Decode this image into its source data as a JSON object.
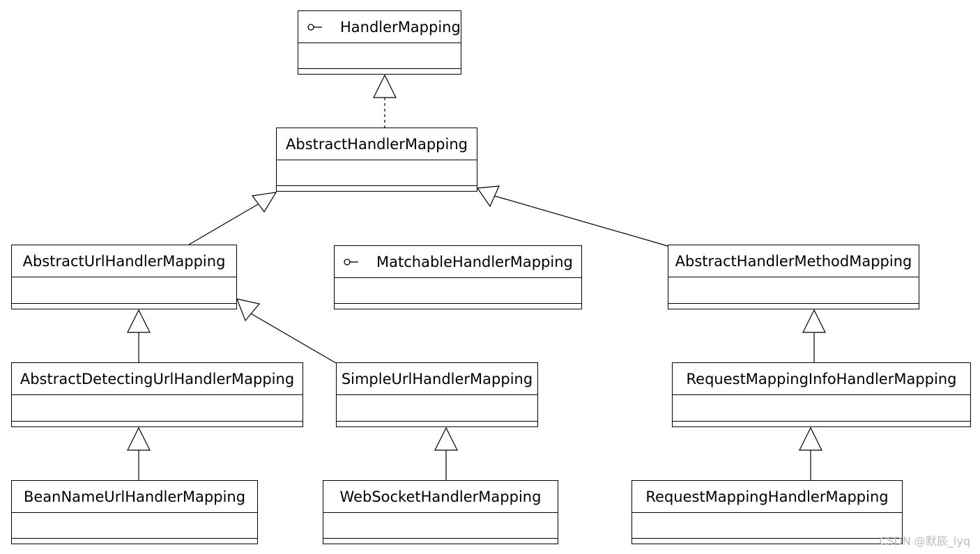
{
  "diagram": {
    "classes": {
      "handler_mapping": {
        "name": "HandlerMapping",
        "kind": "interface"
      },
      "abstract_handler_mapping": {
        "name": "AbstractHandlerMapping",
        "kind": "class"
      },
      "abstract_url_handler_mapping": {
        "name": "AbstractUrlHandlerMapping",
        "kind": "class"
      },
      "matchable_handler_mapping": {
        "name": "MatchableHandlerMapping",
        "kind": "interface"
      },
      "abstract_handler_method_mapping": {
        "name": "AbstractHandlerMethodMapping",
        "kind": "class"
      },
      "abstract_detecting_url_handler_mapping": {
        "name": "AbstractDetectingUrlHandlerMapping",
        "kind": "class"
      },
      "simple_url_handler_mapping": {
        "name": "SimpleUrlHandlerMapping",
        "kind": "class"
      },
      "request_mapping_info_handler_mapping": {
        "name": "RequestMappingInfoHandlerMapping",
        "kind": "class"
      },
      "bean_name_url_handler_mapping": {
        "name": "BeanNameUrlHandlerMapping",
        "kind": "class"
      },
      "websocket_handler_mapping": {
        "name": "WebSocketHandlerMapping",
        "kind": "class"
      },
      "request_mapping_handler_mapping": {
        "name": "RequestMappingHandlerMapping",
        "kind": "class"
      }
    },
    "relations": [
      {
        "from": "abstract_handler_mapping",
        "to": "handler_mapping",
        "type": "realization"
      },
      {
        "from": "abstract_url_handler_mapping",
        "to": "abstract_handler_mapping",
        "type": "generalization"
      },
      {
        "from": "abstract_handler_method_mapping",
        "to": "abstract_handler_mapping",
        "type": "generalization"
      },
      {
        "from": "abstract_detecting_url_handler_mapping",
        "to": "abstract_url_handler_mapping",
        "type": "generalization"
      },
      {
        "from": "simple_url_handler_mapping",
        "to": "abstract_url_handler_mapping",
        "type": "generalization"
      },
      {
        "from": "request_mapping_info_handler_mapping",
        "to": "abstract_handler_method_mapping",
        "type": "generalization"
      },
      {
        "from": "bean_name_url_handler_mapping",
        "to": "abstract_detecting_url_handler_mapping",
        "type": "generalization"
      },
      {
        "from": "websocket_handler_mapping",
        "to": "simple_url_handler_mapping",
        "type": "generalization"
      },
      {
        "from": "request_mapping_handler_mapping",
        "to": "request_mapping_info_handler_mapping",
        "type": "generalization"
      }
    ]
  },
  "watermark": "CSDN @默辰_lyq",
  "icons": {
    "interface_marker": "lollipop-icon"
  }
}
